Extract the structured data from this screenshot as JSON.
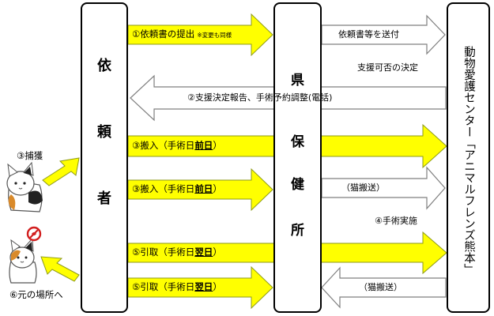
{
  "colors": {
    "yellow_fill": "#ffff00",
    "yellow_stroke": "#8d9a1a",
    "gray_stroke": "#7f7f7f",
    "box_stroke": "#000000"
  },
  "boxes": {
    "requester": [
      "依",
      "頼",
      "者"
    ],
    "health_center": [
      "県",
      "保",
      "健",
      "所"
    ],
    "animal_center": "動物愛護センター「アニマルフレンズ熊本」"
  },
  "arrows": {
    "a1": {
      "label": "①依頼書の提出",
      "note": "※変更も同様"
    },
    "a2": {
      "label": "依頼書等を送付"
    },
    "a3": {
      "label": "支援可否の決定"
    },
    "a4": {
      "label": "②支援決定報告、手術予約調整(電話)"
    },
    "a5": {
      "label_pre": "③搬入（手術日",
      "label_u": "前日",
      "label_post": "）"
    },
    "a6": {
      "label_pre": "③搬入（手術日",
      "label_u": "前日",
      "label_post": "）"
    },
    "a7": {
      "label": "（猫搬送）"
    },
    "a8": {
      "label": "④手術実施"
    },
    "a9": {
      "label_pre": "⑤引取（手術日",
      "label_u": "翌日",
      "label_post": "）"
    },
    "a10": {
      "label_pre": "⑤引取（手術日",
      "label_u": "翌日",
      "label_post": "）"
    },
    "a11": {
      "label": "（猫搬送）"
    }
  },
  "side": {
    "capture": "③捕獲",
    "return_place": "⑥元の場所へ"
  }
}
